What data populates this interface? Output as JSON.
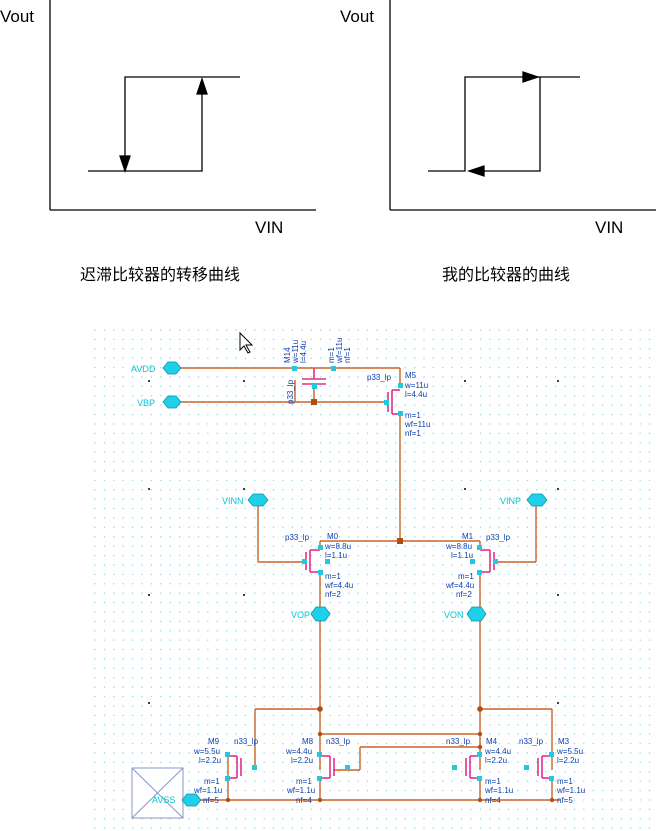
{
  "curves": {
    "left": {
      "y_label": "Vout",
      "x_label": "VIN",
      "caption": "迟滞比较器的转移曲线"
    },
    "right": {
      "y_label": "Vout",
      "x_label": "VIN",
      "caption": "我的比较器的曲线"
    }
  },
  "schematic": {
    "pins": {
      "avdd": "AVDD",
      "vbp": "VBP",
      "vinn": "VINN",
      "vinp": "VINP",
      "vop": "VOP",
      "von": "VON",
      "avss": "AVSS"
    },
    "devices": {
      "m14": {
        "name": "M14",
        "w": "w=11u",
        "l": "l=4.4u",
        "m": "m=1",
        "wf": "wf=11u",
        "nf": "nf=1",
        "model": "p33_lp"
      },
      "m5": {
        "name": "M5",
        "model": "p33_lp",
        "w": "w=11u",
        "l": "l=4.4u",
        "m": "m=1",
        "wf": "wf=11u",
        "nf": "nf=1"
      },
      "m0": {
        "name": "M0",
        "model": "p33_lp",
        "w": "w=8.8u",
        "l": "l=1.1u",
        "m": "m=1",
        "wf": "wf=4.4u",
        "nf": "nf=2"
      },
      "m1": {
        "name": "M1",
        "model": "p33_lp",
        "w": "w=8.8u",
        "l": "l=1.1u",
        "m": "m=1",
        "wf": "wf=4.4u",
        "nf": "nf=2"
      },
      "m9": {
        "name": "M9",
        "model": "n33_lp",
        "w": "w=5.5u",
        "l": "l=2.2u",
        "m": "m=1",
        "wf": "wf=1.1u",
        "nf": "nf=5"
      },
      "m8": {
        "name": "M8",
        "model": "n33_lp",
        "w": "w=4.4u",
        "l": "l=2.2u",
        "m": "m=1",
        "wf": "wf=1.1u",
        "nf": "nf=4"
      },
      "m4": {
        "name": "M4",
        "model": "n33_lp",
        "w": "w=4.4u",
        "l": "l=2.2u",
        "m": "m=1",
        "wf": "wf=1.1u",
        "nf": "nf=4"
      },
      "m3": {
        "name": "M3",
        "model": "n33_lp",
        "w": "w=5.5u",
        "l": "l=2.2u",
        "m": "m=1",
        "wf": "wf=1.1u",
        "nf": "nf=5"
      }
    }
  }
}
